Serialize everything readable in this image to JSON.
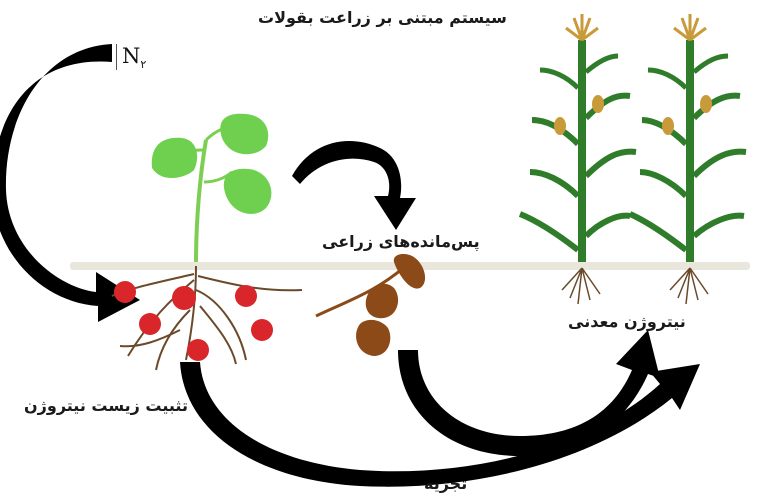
{
  "title": "سیستم مبتنی بر زراعت بقولات",
  "nitrogen_gas": {
    "symbol": "N",
    "subscript": "۲"
  },
  "labels": {
    "crop_residues": "پس‌مانده‌های زراعی",
    "mineral_nitrogen": "نیتروژن معدنی",
    "biological_fixation": "تثبیت زیست نیتروژن",
    "decomposition": "تجزیه"
  },
  "colors": {
    "arrow": "#000000",
    "soil_line": "#e9e7dc",
    "legume_leaf": "#6fcf4f",
    "root": "#6a4a2a",
    "nodule": "#d8262b",
    "residue_leaf": "#8b4a17",
    "corn_leaf": "#2f7d2a",
    "tassel": "#c99a3a"
  }
}
